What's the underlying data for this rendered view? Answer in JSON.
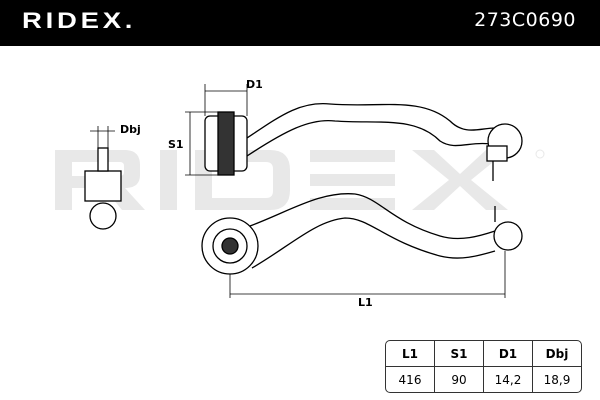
{
  "brand": "RIDEX.",
  "part_number": "273C0690",
  "watermark": "RIDEX",
  "dimension_labels": {
    "d1": "D1",
    "s1": "S1",
    "dbj": "Dbj",
    "l1": "L1"
  },
  "spec_table": {
    "headers": [
      "L1",
      "S1",
      "D1",
      "Dbj"
    ],
    "values": [
      "416",
      "90",
      "14,2",
      "18,9"
    ]
  }
}
